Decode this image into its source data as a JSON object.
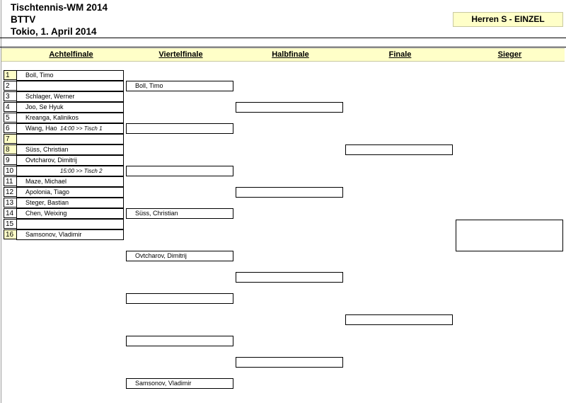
{
  "header": {
    "line1": "Tischtennis-WM 2014",
    "line2": "BTTV",
    "line3": "Tokio, 1. April 2014",
    "event": "Herren S - EINZEL"
  },
  "rounds": [
    "Achtelfinale",
    "Viertelfinale",
    "Halbfinale",
    "Finale",
    "Sieger"
  ],
  "round_of_16": [
    {
      "seed": "1",
      "name": "Boll, Timo"
    },
    {
      "seed": "2",
      "name": ""
    },
    {
      "seed": "3",
      "name": "Schlager, Werner"
    },
    {
      "seed": "4",
      "name": "Joo, Se Hyuk"
    },
    {
      "seed": "5",
      "name": "Kreanga, Kalinikos"
    },
    {
      "seed": "6",
      "name": "Wang, Hao"
    },
    {
      "seed": "7",
      "name": ""
    },
    {
      "seed": "8",
      "name": "Süss, Christian"
    },
    {
      "seed": "9",
      "name": "Ovtcharov, Dimitrij"
    },
    {
      "seed": "10",
      "name": ""
    },
    {
      "seed": "11",
      "name": "Maze, Michael"
    },
    {
      "seed": "12",
      "name": "Apolonia, Tiago"
    },
    {
      "seed": "13",
      "name": "Steger, Bastian"
    },
    {
      "seed": "14",
      "name": "Chen, Weixing"
    },
    {
      "seed": "15",
      "name": ""
    },
    {
      "seed": "16",
      "name": "Samsonov, Vladimir"
    }
  ],
  "highlighted_seeds": [
    "1",
    "7",
    "8",
    "16"
  ],
  "schedule": [
    {
      "text": "14:00 >> Tisch 1"
    },
    {
      "text": "15:00 >> Tisch 2"
    }
  ],
  "quarterfinals": [
    "Boll, Timo",
    "",
    "",
    "Süss, Christian",
    "Ovtcharov, Dimitrij",
    "",
    "",
    "Samsonov, Vladimir"
  ],
  "semifinals": [
    "",
    "",
    "",
    ""
  ],
  "final": [
    "",
    ""
  ],
  "winner": ""
}
